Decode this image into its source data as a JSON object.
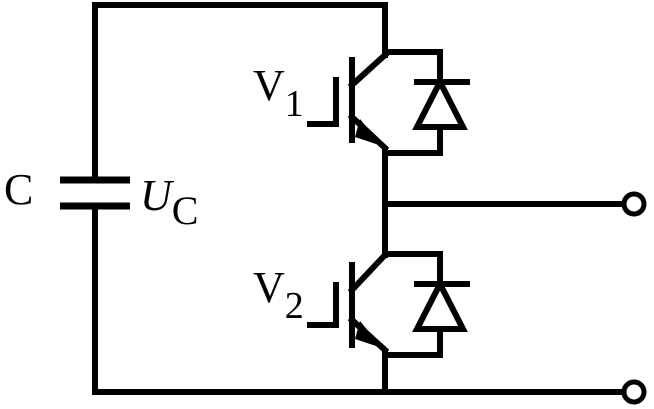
{
  "capacitor": {
    "name": "C",
    "voltage_symbol": "U",
    "voltage_subscript": "C"
  },
  "transistors": [
    {
      "symbol": "V",
      "subscript": "1"
    },
    {
      "symbol": "V",
      "subscript": "2"
    }
  ]
}
